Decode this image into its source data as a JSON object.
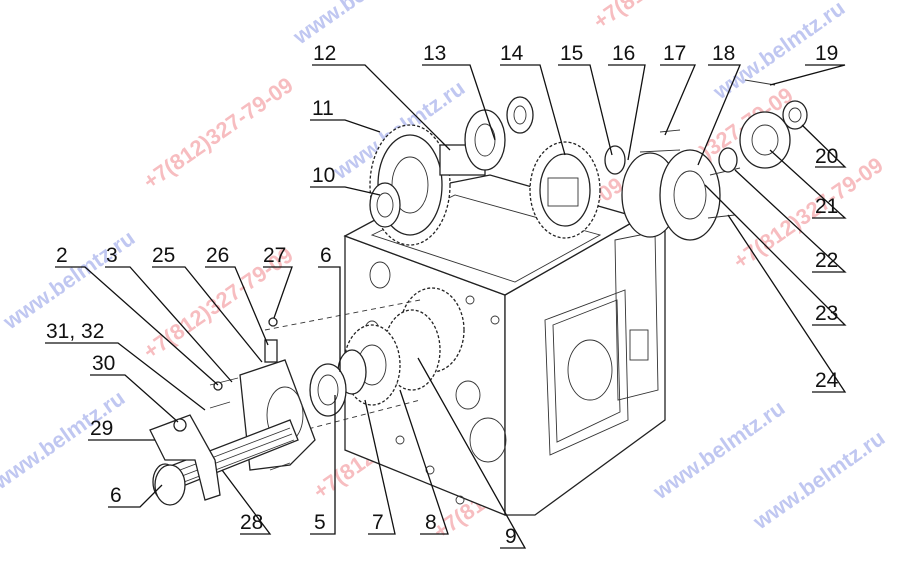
{
  "labels": {
    "l12": "12",
    "l13": "13",
    "l14": "14",
    "l15": "15",
    "l16": "16",
    "l17": "17",
    "l18": "18",
    "l19": "19",
    "l11": "11",
    "l10": "10",
    "l20": "20",
    "l21": "21",
    "l22": "22",
    "l23": "23",
    "l24": "24",
    "l2": "2",
    "l3": "3",
    "l25": "25",
    "l26": "26",
    "l27": "27",
    "l6a": "6",
    "l3132": "31, 32",
    "l30": "30",
    "l29": "29",
    "l6b": "6",
    "l28": "28",
    "l5": "5",
    "l7": "7",
    "l8": "8",
    "l9": "9"
  },
  "watermarks": {
    "site": "www.belmtz.ru",
    "phone": "+7(812)327-79-09"
  },
  "colors": {
    "site_watermark": "#4a5fd8",
    "phone_watermark": "#e8434a",
    "line": "#111111"
  }
}
